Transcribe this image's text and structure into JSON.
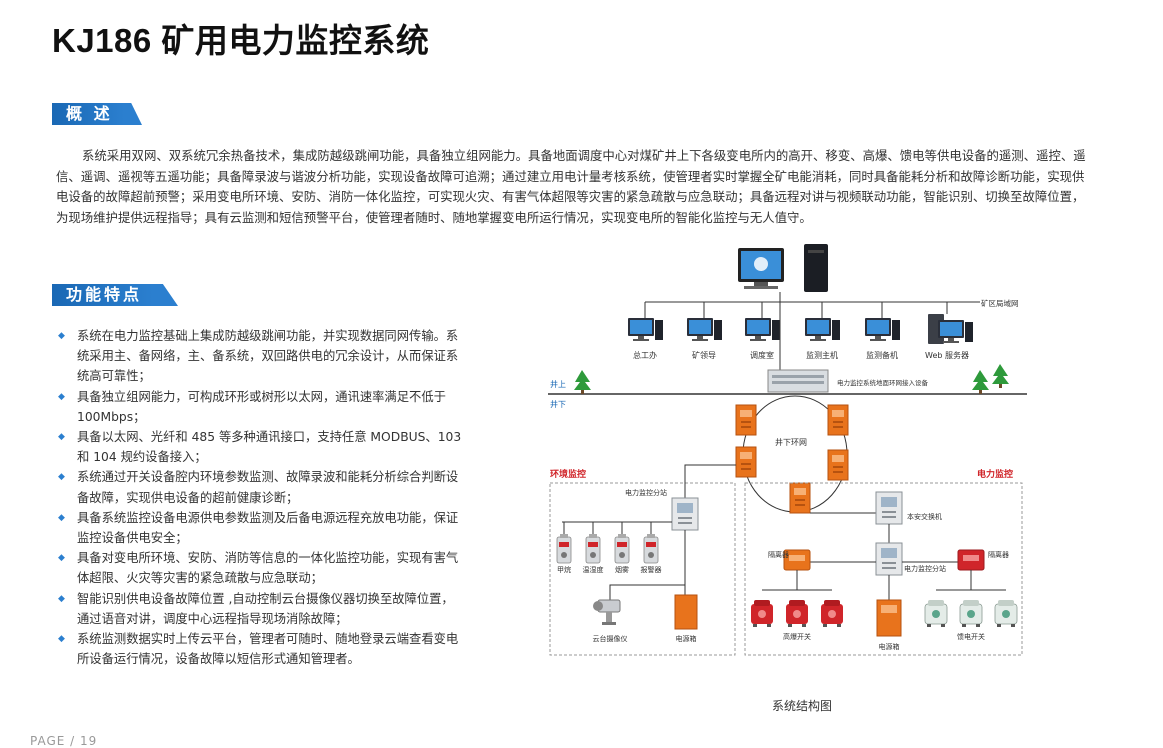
{
  "title": "KJ186 矿用电力监控系统",
  "overview": {
    "heading": "概 述",
    "text": "系统采用双网、双系统冗余热备技术，集成防越级跳闸功能，具备独立组网能力。具备地面调度中心对煤矿井上下各级变电所内的高开、移变、高爆、馈电等供电设备的遥测、遥控、遥信、遥调、遥视等五遥功能；具备障录波与谐波分析功能，实现设备故障可追溯；通过建立用电计量考核系统，使管理者实时掌握全矿电能消耗，同时具备能耗分析和故障诊断功能，实现供电设备的故障超前预警；采用变电所环境、安防、消防一体化监控，可实现火灾、有害气体超限等灾害的紧急疏散与应急联动；具备远程对讲与视频联动功能，智能识别、切换至故障位置，为现场维护提供远程指导；具有云监测和短信预警平台，使管理者随时、随地掌握变电所运行情况，实现变电所的智能化监控与无人值守。"
  },
  "features": {
    "heading": "功能特点",
    "items": [
      "系统在电力监控基础上集成防越级跳闸功能，并实现数据同网传输。系统采用主、备网络，主、备系统，双回路供电的冗余设计，从而保证系统高可靠性；",
      "具备独立组网能力，可构成环形或树形以太网，通讯速率满足不低于100Mbps；",
      "具备以太网、光纤和 485 等多种通讯接口，支持任意 MODBUS、103 和 104 规约设备接入；",
      "系统通过开关设备腔内环境参数监测、故障录波和能耗分析综合判断设备故障，实现供电设备的超前健康诊断；",
      "具备系统监控设备电源供电参数监测及后备电源远程充放电功能，保证监控设备供电安全；",
      "具备对变电所环境、安防、消防等信息的一体化监控功能，实现有害气体超限、火灾等灾害的紧急疏散与应急联动；",
      "智能识别供电设备故障位置 ,自动控制云台摄像仪器切换至故障位置，通过语音对讲，调度中心远程指导现场消除故障；",
      "系统监测数据实时上传云平台，管理者可随时、随地登录云端查看变电所设备运行情况，设备故障以短信形式通知管理者。"
    ]
  },
  "diagram": {
    "lan_label": "矿区局域网",
    "workstations": [
      "总工办",
      "矿领导",
      "调度室",
      "监测主机",
      "监测备机",
      "Web 服务器"
    ],
    "surface_label": "井上",
    "underground_label": "井下",
    "ground_device_label": "电力监控系统地面环网接入设备",
    "ring_label": "井下环网",
    "env_label": "环境监控",
    "power_label": "电力监控",
    "env_substation_label": "电力监控分站",
    "sensors": [
      "甲烷",
      "温湿度",
      "烟雾",
      "报警器"
    ],
    "camera_label": "云台摄像仪",
    "env_power_box_label": "电源箱",
    "switch_label": "本安交换机",
    "isolator_left_label": "隔离器",
    "isolator_right_label": "隔离器",
    "power_substation_label": "电力监控分站",
    "hv_switch_label": "高爆开关",
    "feeder_switch_label": "馈电开关",
    "power_box_label": "电源箱",
    "colors": {
      "accent": "#1a68b4",
      "orange": "#e8731c",
      "red": "#d0252a",
      "label_red": "#d0252a"
    }
  },
  "caption": "系统结构图",
  "page_label": "PAGE / 19"
}
